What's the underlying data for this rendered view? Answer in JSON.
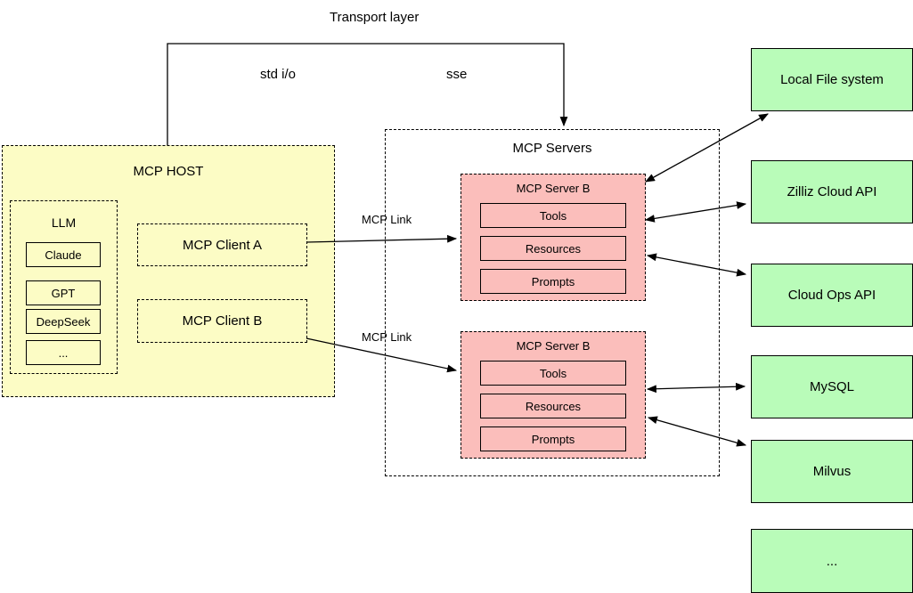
{
  "labels": {
    "transport_layer": "Transport layer",
    "std_io": "std i/o",
    "sse": "sse"
  },
  "edges": {
    "client_a_link_label": "MCP Link",
    "client_b_link_label": "MCP Link"
  },
  "host": {
    "title": "MCP HOST",
    "llm": {
      "title": "LLM",
      "models": [
        "Claude",
        "GPT",
        "DeepSeek",
        "..."
      ]
    },
    "clients": [
      {
        "label": "MCP Client A"
      },
      {
        "label": "MCP Client B"
      }
    ]
  },
  "servers_group": {
    "title": "MCP Servers",
    "servers": [
      {
        "title": "MCP Server B",
        "components": [
          "Tools",
          "Resources",
          "Prompts"
        ]
      },
      {
        "title": "MCP Server B",
        "components": [
          "Tools",
          "Resources",
          "Prompts"
        ]
      }
    ]
  },
  "resources": [
    "Local File system",
    "Zilliz Cloud API",
    "Cloud Ops API",
    "MySQL",
    "Milvus",
    "..."
  ],
  "colors": {
    "host_fill": "#FCFCC5",
    "server_fill": "#FBBEBB",
    "resource_fill": "#B9FCB9",
    "line": "#000000"
  }
}
